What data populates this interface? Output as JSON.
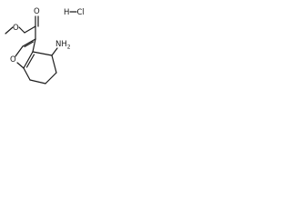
{
  "structure": {
    "salt_label": "HCl",
    "salt_h": "H",
    "salt_cl": "Cl",
    "ester_oxygen_label": "O",
    "carbonyl_oxygen_label": "O",
    "ring_oxygen_label": "O",
    "amine_label": "NH2",
    "amine_n": "N",
    "amine_h": "H",
    "amine_subscript": "2",
    "atom_color": "#1a1a1a"
  }
}
